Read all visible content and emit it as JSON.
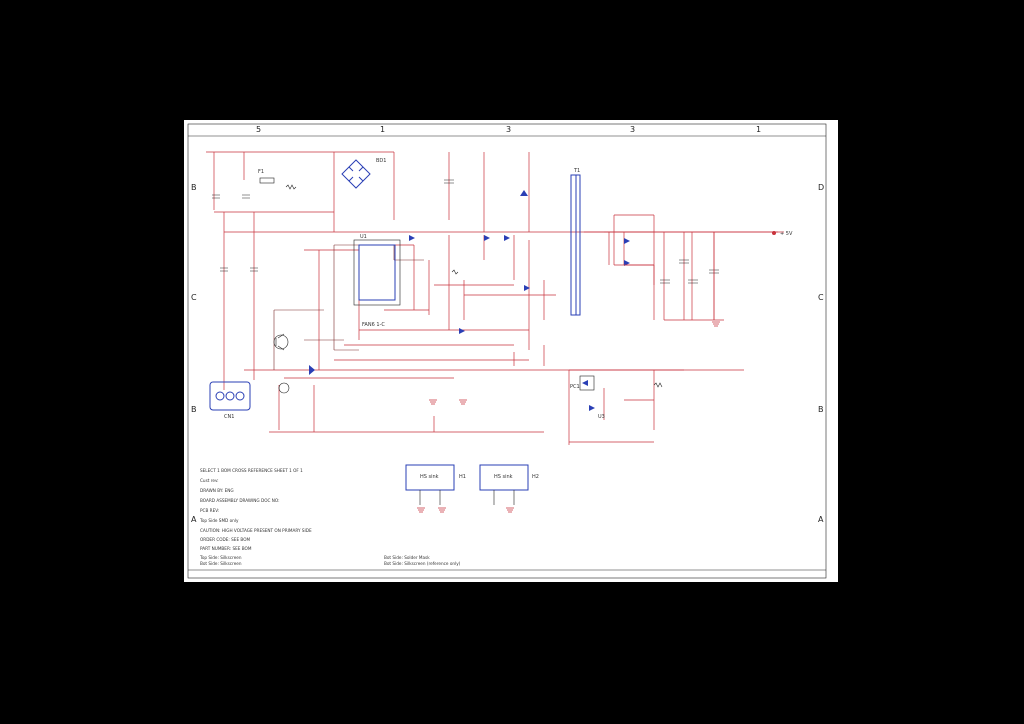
{
  "zones_top": [
    "5",
    "1",
    "3",
    "3",
    "1"
  ],
  "zones_left": [
    "B",
    "C",
    "B",
    "A"
  ],
  "zones_right": [
    "D",
    "C",
    "B",
    "A"
  ],
  "components": {
    "fuse": "F1",
    "bridge": "BD1",
    "ic": "U1",
    "ic_label": "FAN6 1-C",
    "transformer": "T1",
    "connector": "CN1",
    "optocoupler": "PC1",
    "regulator": "U3",
    "out_label": "+ 5V",
    "hs1_title": "HS sink",
    "hs2_title": "HS sink",
    "hs1_ref": "H1",
    "hs2_ref": "H2"
  },
  "notes": [
    "SELECT 1 BOM CROSS REFERENCE SHEET 1 OF 1",
    "Cust rev:",
    "DRAWN BY: ENG",
    "BOARD ASSEMBLY DRAWING DOC NO:",
    "PCB REV:",
    "Top Side SMD only",
    "CAUTION: HIGH VOLTAGE PRESENT ON PRIMARY SIDE",
    "ORDER CODE: SEE BOM",
    "PART NUMBER: SEE BOM",
    "Top Side: Silkscreen",
    "Bot Side: Silkscreen",
    "Bot Side: Solder Mask",
    "Bot Side: Silkscreen (reference only)"
  ],
  "colors": {
    "wire": "#c8323c",
    "symbol": "#2a3fb5",
    "sheet": "#ffffff",
    "background": "#000000"
  }
}
